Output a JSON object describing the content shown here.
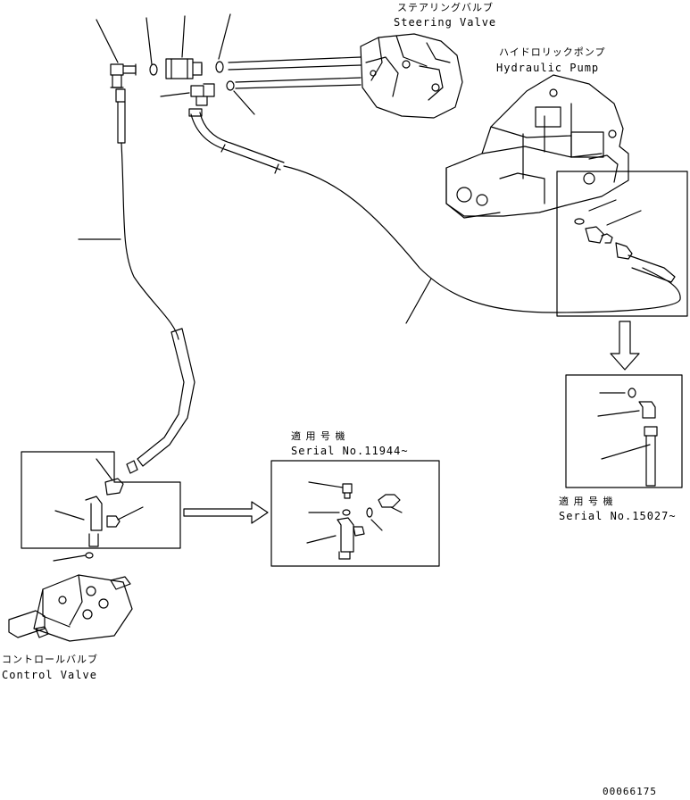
{
  "labels": {
    "steering_valve_jp": "ステアリングバルブ",
    "steering_valve_en": "Steering Valve",
    "hydraulic_pump_jp": "ハイドロリックポンプ",
    "hydraulic_pump_en": "Hydraulic Pump",
    "control_valve_jp": "コントロールバルブ",
    "control_valve_en": "Control Valve",
    "applicable_1_jp": "適 用 号 機",
    "applicable_1_serial": "Serial No.11944~",
    "applicable_2_jp": "適 用 号 機",
    "applicable_2_serial": "Serial No.15027~",
    "drawing_number": "00066175"
  }
}
